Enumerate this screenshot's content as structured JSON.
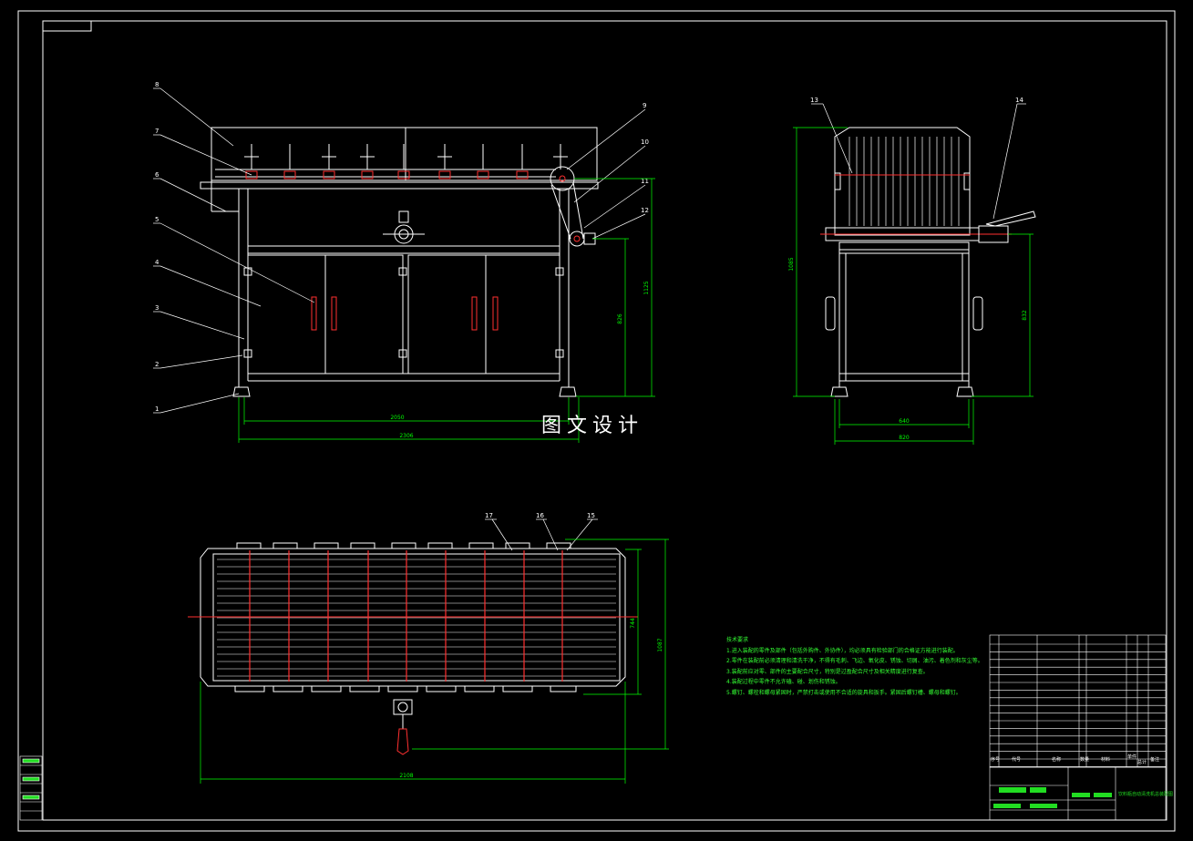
{
  "watermark": "图文设计",
  "front_view": {
    "callouts": [
      "1",
      "2",
      "3",
      "4",
      "5",
      "6",
      "7",
      "8",
      "9",
      "10",
      "11",
      "12"
    ],
    "dims": {
      "inner_width": "2050",
      "overall_width": "2306",
      "height_a": "826",
      "height_b": "1125"
    }
  },
  "side_view": {
    "callouts": [
      "13",
      "14"
    ],
    "dims": {
      "overall_height": "1085",
      "table_height": "832",
      "inner_width": "640",
      "overall_width": "820"
    }
  },
  "top_view": {
    "callouts": [
      "17",
      "16",
      "15"
    ],
    "dims": {
      "width_a": "744",
      "width_b": "1087",
      "length": "2108"
    }
  },
  "notes": {
    "title": "技术要求",
    "lines": [
      "1.进入装配的零件及部件（包括外购件、外协件），均必须具有检验部门的合格证方能进行装配。",
      "2.零件在装配前必须清理和清洗干净，不得有毛刺、飞边、氧化皮、锈蚀、切屑、油污、着色剂和灰尘等。",
      "3.装配前应对零、部件的主要配合尺寸，特别是过盈配合尺寸及相关精度进行复查。",
      "4.装配过程中零件不允许磕、碰、划伤和锈蚀。",
      "5.螺钉、螺栓和螺母紧固时，严禁打击或使用不合适的旋具和扳手。紧固后螺钉槽、螺母和螺钉。"
    ]
  },
  "title_block": {
    "headers": [
      "序号",
      "代号",
      "名称",
      "数量",
      "材料",
      "单件",
      "总计",
      "备注"
    ],
    "drawing_name": "饮料瓶自动清洗机总装配图"
  },
  "colors": {
    "line": "#ffffff",
    "dimension": "#00ff00",
    "center": "#ff2020",
    "leader": "#ffffff",
    "note": "#33ff33"
  }
}
